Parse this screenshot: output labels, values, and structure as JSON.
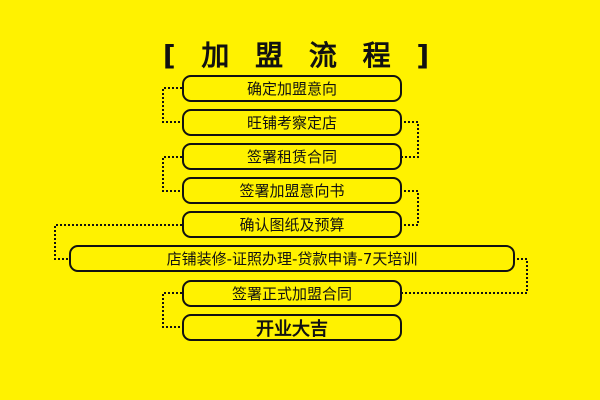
{
  "title": "[ 加 盟 流 程 ]",
  "steps": [
    "确定加盟意向",
    "旺铺考察定店",
    "签署租赁合同",
    "签署加盟意向书",
    "确认图纸及预算",
    "店铺装修-证照办理-贷款申请-7天培训",
    "签署正式加盟合同",
    "开业大吉"
  ],
  "colors": {
    "background": "#fff200",
    "stroke": "#111111"
  }
}
